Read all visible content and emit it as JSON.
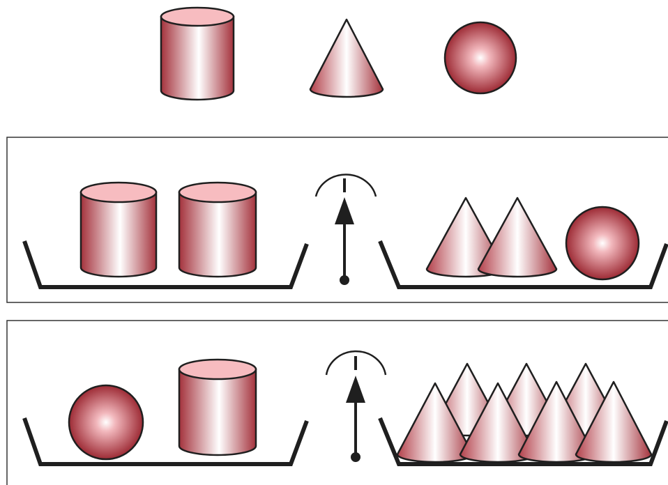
{
  "colors": {
    "shape_dark": "#a4323c",
    "shape_light": "#ffffff",
    "shape_top": "#f7bcc0",
    "outline": "#1f1f1f",
    "panel_border": "#333333"
  },
  "legend_shapes": [
    {
      "name": "cylinder",
      "icon": "cylinder-icon"
    },
    {
      "name": "cone",
      "icon": "cone-icon"
    },
    {
      "name": "sphere",
      "icon": "sphere-icon"
    }
  ],
  "balance_rows": [
    {
      "left_pan": [
        {
          "shape": "cylinder"
        },
        {
          "shape": "cylinder"
        }
      ],
      "right_pan": [
        {
          "shape": "cone"
        },
        {
          "shape": "cone"
        },
        {
          "shape": "sphere"
        }
      ]
    },
    {
      "left_pan": [
        {
          "shape": "sphere"
        },
        {
          "shape": "cylinder"
        }
      ],
      "right_pan": [
        {
          "shape": "cone"
        },
        {
          "shape": "cone"
        },
        {
          "shape": "cone"
        },
        {
          "shape": "cone"
        },
        {
          "shape": "cone"
        },
        {
          "shape": "cone"
        },
        {
          "shape": "cone"
        }
      ]
    }
  ]
}
